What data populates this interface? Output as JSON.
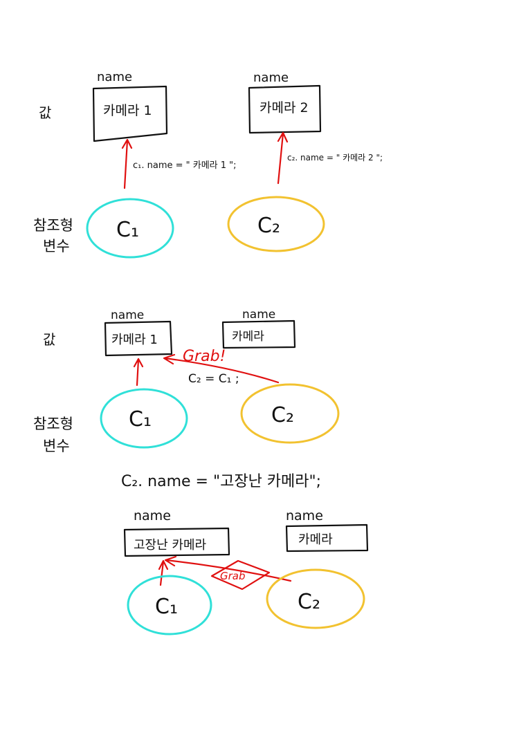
{
  "colors": {
    "ink": "#111111",
    "red": "#e01010",
    "cyan": "#30e0d8",
    "yellow": "#f2c230"
  },
  "section1": {
    "value_label_line1": "값",
    "value_label_line2": "",
    "ref_label_line1": "참조형",
    "ref_label_line2": "변수",
    "box1_name": "name",
    "box1_text": "카메라 1",
    "box2_name": "name",
    "box2_text": "카메라 2",
    "assign1": "c₁. name = \" 카메라 1 \";",
    "assign2": "c₂. name = \" 카메라 2 \";",
    "var1": "C₁",
    "var2": "C₂"
  },
  "section2": {
    "value_label": "값",
    "ref_label_line1": "참조형",
    "ref_label_line2": "변수",
    "box1_name": "name",
    "box1_text": "카메라 1",
    "box2_name": "name",
    "box2_text": "카메라",
    "grab_text": "Grab!",
    "assign": "C₂ = C₁ ;",
    "var1": "C₁",
    "var2": "C₂"
  },
  "statement": "C₂. name = \"고장난 카메라\";",
  "section3": {
    "box1_name": "name",
    "box1_text": "고장난 카메라",
    "box2_name": "name",
    "box2_text": "카메라",
    "grab_text": "Grab",
    "var1": "C₁",
    "var2": "C₂"
  }
}
